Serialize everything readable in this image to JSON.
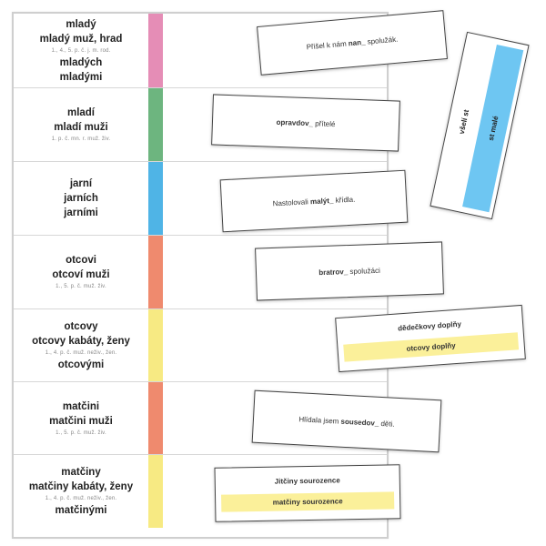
{
  "rows": [
    {
      "lines": [
        {
          "text": "mladý",
          "kind": "form"
        },
        {
          "text": "mladý muž, hrad",
          "kind": "form"
        },
        {
          "text": "1., 4., 5. p. č. j. m. rod.",
          "kind": "note"
        },
        {
          "text": "mladých",
          "kind": "form"
        },
        {
          "text": "mladými",
          "kind": "form"
        }
      ],
      "color": "#e58db6"
    },
    {
      "lines": [
        {
          "text": "mladí",
          "kind": "form"
        },
        {
          "text": "mladí muži",
          "kind": "form"
        },
        {
          "text": "1. p. č. mn. r. muž. živ.",
          "kind": "note"
        }
      ],
      "color": "#6db57f"
    },
    {
      "lines": [
        {
          "text": "jarní",
          "kind": "form"
        },
        {
          "text": "jarních",
          "kind": "form"
        },
        {
          "text": "jarními",
          "kind": "form"
        }
      ],
      "color": "#4fb4e6"
    },
    {
      "lines": [
        {
          "text": "otcovi",
          "kind": "form"
        },
        {
          "text": "otcoví muži",
          "kind": "form"
        },
        {
          "text": "1., 5. p. č. muž. živ.",
          "kind": "note"
        }
      ],
      "color": "#ef8a6e"
    },
    {
      "lines": [
        {
          "text": "otcovy",
          "kind": "form"
        },
        {
          "text": "otcovy kabáty, ženy",
          "kind": "form"
        },
        {
          "text": "1., 4. p. č. muž. neživ., žen.",
          "kind": "note"
        },
        {
          "text": "otcovými",
          "kind": "form"
        }
      ],
      "color": "#f7ea83"
    },
    {
      "lines": [
        {
          "text": "matčini",
          "kind": "form"
        },
        {
          "text": "matčini muži",
          "kind": "form"
        },
        {
          "text": "1., 5. p. č. muž. živ.",
          "kind": "note"
        }
      ],
      "color": "#ef8a6e"
    },
    {
      "lines": [
        {
          "text": "matčiny",
          "kind": "form"
        },
        {
          "text": "matčiny kabáty, ženy",
          "kind": "form"
        },
        {
          "text": "1., 4. p. č. muž. neživ., žen.",
          "kind": "note"
        },
        {
          "text": "matčinými",
          "kind": "form"
        }
      ],
      "color": "#f7ea83"
    }
  ],
  "cards": [
    {
      "pre": "Přišel k nám ",
      "bold": "nan_",
      "post": " spolužák."
    },
    {
      "pre": "",
      "bold": "opravdov_",
      "post": " přítelé"
    },
    {
      "pre": "Nastolovali ",
      "bold": "malýt_",
      "post": " křídla."
    },
    {
      "pre": "",
      "bold": "bratrov_",
      "post": " spolužáci"
    },
    {
      "pre": "Hlídala jsem ",
      "bold": "sousedov_",
      "post": " děti."
    }
  ],
  "yellow_cards": [
    {
      "top": "dědečkovy doplňy",
      "bottom": "otcovy doplňy"
    },
    {
      "top": "Jitčiny sourozence",
      "bottom": "matčiny sourozence"
    }
  ],
  "side_strip": {
    "white_text": "všelí st",
    "blue_text": "st malé"
  }
}
